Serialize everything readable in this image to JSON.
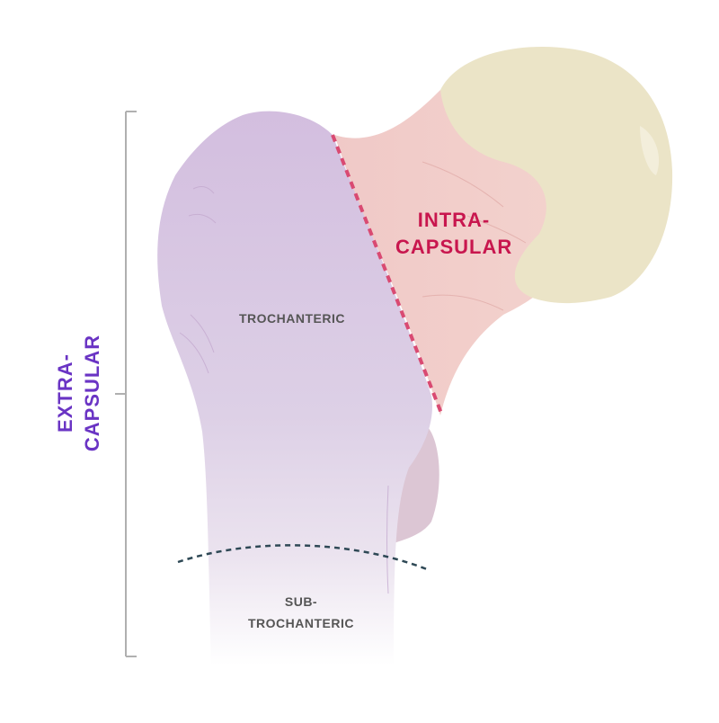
{
  "labels": {
    "intra_line1": "INTRA-",
    "intra_line2": "CAPSULAR",
    "extra_line1": "EXTRA-",
    "extra_line2": "CAPSULAR",
    "trochanteric": "TROCHANTERIC",
    "sub_line1": "SUB-",
    "sub_line2": "TROCHANTERIC"
  },
  "colors": {
    "head": "#ebe4c6",
    "neck": "#f1cac7",
    "shaft": "#d6c2df",
    "intra_text": "#c8164e",
    "intra_line": "#d94a72",
    "extra_text": "#6a34c4",
    "bracket": "#b0b0b0",
    "sub_line": "#2e4855",
    "region_text": "#555555"
  }
}
